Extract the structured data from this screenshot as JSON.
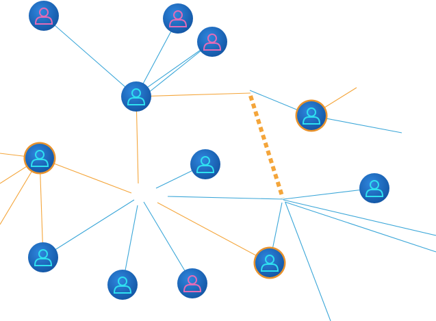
{
  "colors": {
    "background": "#ffffff",
    "edge_blue": "#3aa6d8",
    "edge_orange": "#f4a53a",
    "dashed_link": "#f4a53a",
    "node_fill": "#1f6fc4",
    "node_fill_dark": "#1355a3",
    "node_ring_orange": "#e8922c",
    "user_cyan": "#2fe0f0",
    "user_pink": "#e26bb6"
  },
  "icons": {
    "node": "user-icon"
  },
  "nodes": [
    {
      "id": "u1",
      "variant": "pink",
      "ring": "none"
    },
    {
      "id": "u2",
      "variant": "pink",
      "ring": "none"
    },
    {
      "id": "u3",
      "variant": "pink",
      "ring": "none"
    },
    {
      "id": "u4",
      "variant": "cyan",
      "ring": "none"
    },
    {
      "id": "u5",
      "variant": "cyan",
      "ring": "orange"
    },
    {
      "id": "u6",
      "variant": "cyan",
      "ring": "orange"
    },
    {
      "id": "u7",
      "variant": "cyan",
      "ring": "none"
    },
    {
      "id": "u8",
      "variant": "cyan",
      "ring": "none"
    },
    {
      "id": "u9",
      "variant": "cyan",
      "ring": "none"
    },
    {
      "id": "u10",
      "variant": "cyan",
      "ring": "none"
    },
    {
      "id": "u11",
      "variant": "pink",
      "ring": "none"
    },
    {
      "id": "u12",
      "variant": "cyan",
      "ring": "orange"
    }
  ]
}
